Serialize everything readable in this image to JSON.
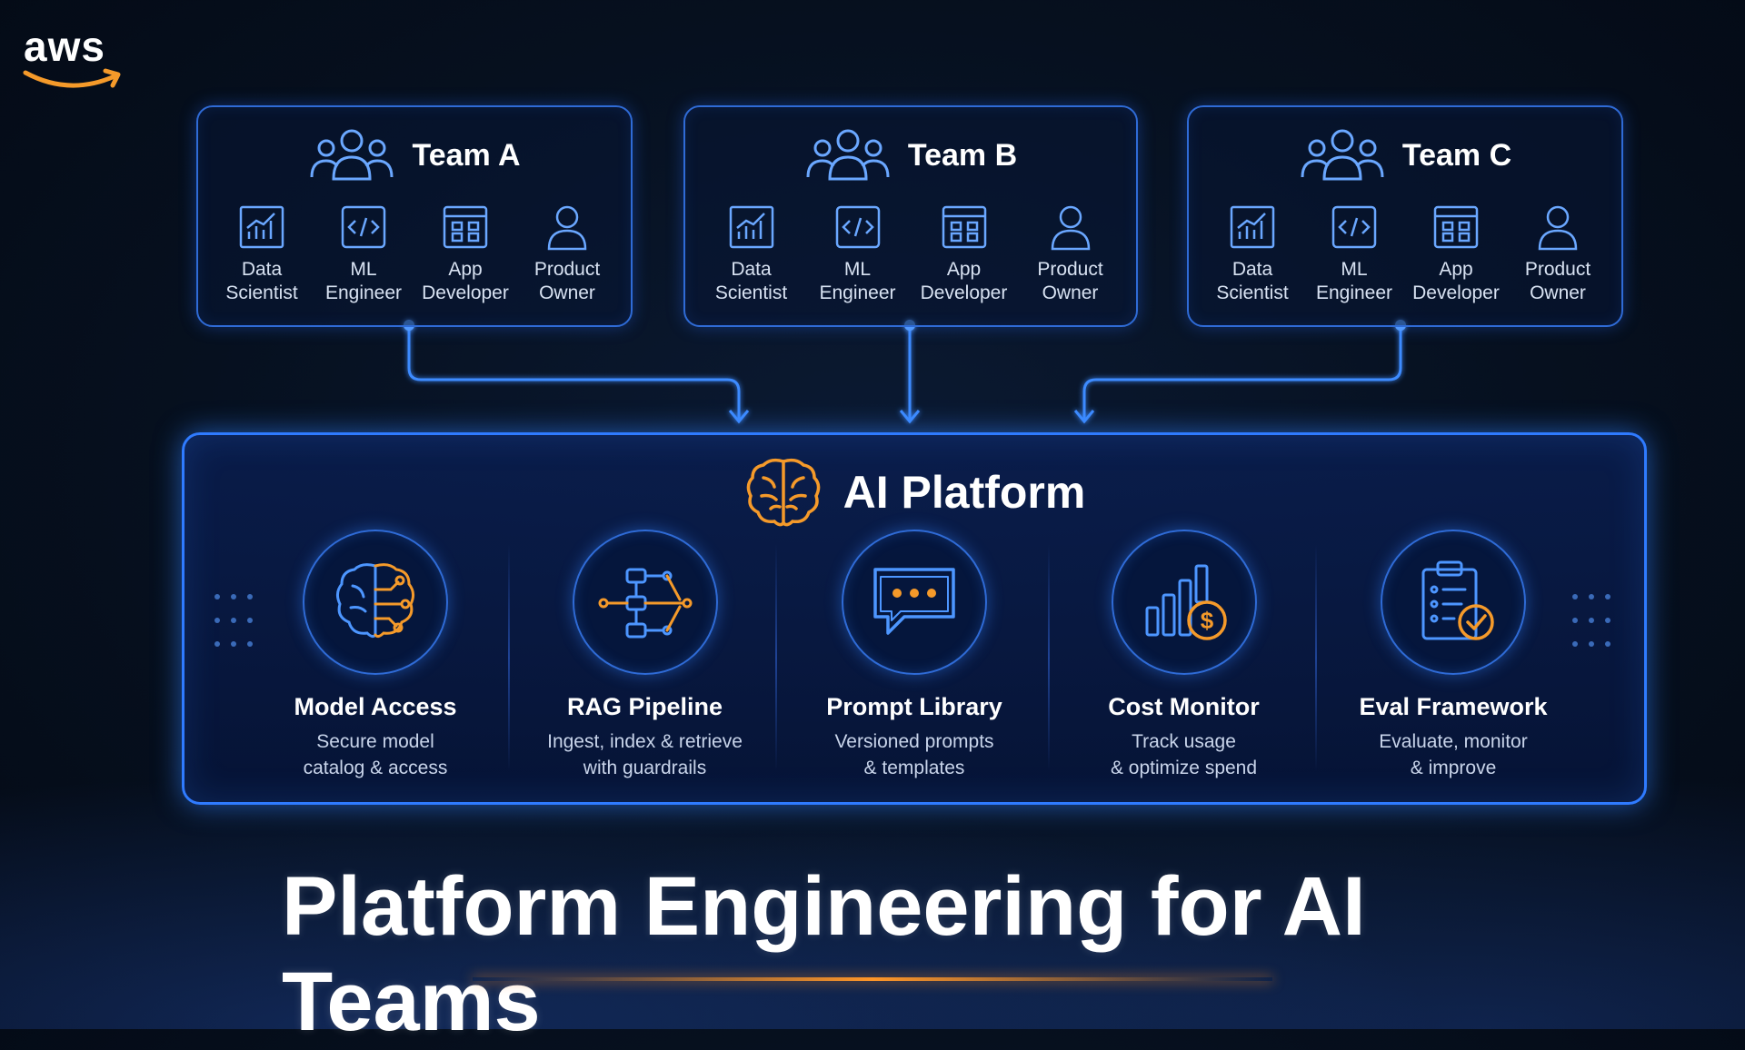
{
  "brand": {
    "logo_text": "aws"
  },
  "teams": [
    {
      "title": "Team A",
      "roles": [
        {
          "line1": "Data",
          "line2": "Scientist",
          "icon": "chart-icon"
        },
        {
          "line1": "ML",
          "line2": "Engineer",
          "icon": "code-icon"
        },
        {
          "line1": "App",
          "line2": "Developer",
          "icon": "app-window-icon"
        },
        {
          "line1": "Product",
          "line2": "Owner",
          "icon": "person-icon"
        }
      ]
    },
    {
      "title": "Team B",
      "roles": [
        {
          "line1": "Data",
          "line2": "Scientist",
          "icon": "chart-icon"
        },
        {
          "line1": "ML",
          "line2": "Engineer",
          "icon": "code-icon"
        },
        {
          "line1": "App",
          "line2": "Developer",
          "icon": "app-window-icon"
        },
        {
          "line1": "Product",
          "line2": "Owner",
          "icon": "person-icon"
        }
      ]
    },
    {
      "title": "Team C",
      "roles": [
        {
          "line1": "Data",
          "line2": "Scientist",
          "icon": "chart-icon"
        },
        {
          "line1": "ML",
          "line2": "Engineer",
          "icon": "code-icon"
        },
        {
          "line1": "App",
          "line2": "Developer",
          "icon": "app-window-icon"
        },
        {
          "line1": "Product",
          "line2": "Owner",
          "icon": "person-icon"
        }
      ]
    }
  ],
  "platform": {
    "title": "AI Platform",
    "icon": "brain-icon",
    "features": [
      {
        "title": "Model Access",
        "desc1": "Secure model",
        "desc2": "catalog & access",
        "icon": "brain-circuit-icon"
      },
      {
        "title": "RAG Pipeline",
        "desc1": "Ingest, index & retrieve",
        "desc2": "with guardrails",
        "icon": "pipeline-icon"
      },
      {
        "title": "Prompt Library",
        "desc1": "Versioned prompts",
        "desc2": "& templates",
        "icon": "chat-bubble-icon"
      },
      {
        "title": "Cost Monitor",
        "desc1": "Track usage",
        "desc2": "& optimize spend",
        "icon": "cost-chart-icon"
      },
      {
        "title": "Eval Framework",
        "desc1": "Evaluate, monitor",
        "desc2": "& improve",
        "icon": "clipboard-check-icon"
      }
    ]
  },
  "headline": "Platform Engineering for AI Teams",
  "colors": {
    "accent_blue": "#2f7bff",
    "accent_orange": "#f59a2a",
    "background": "#06101f"
  }
}
